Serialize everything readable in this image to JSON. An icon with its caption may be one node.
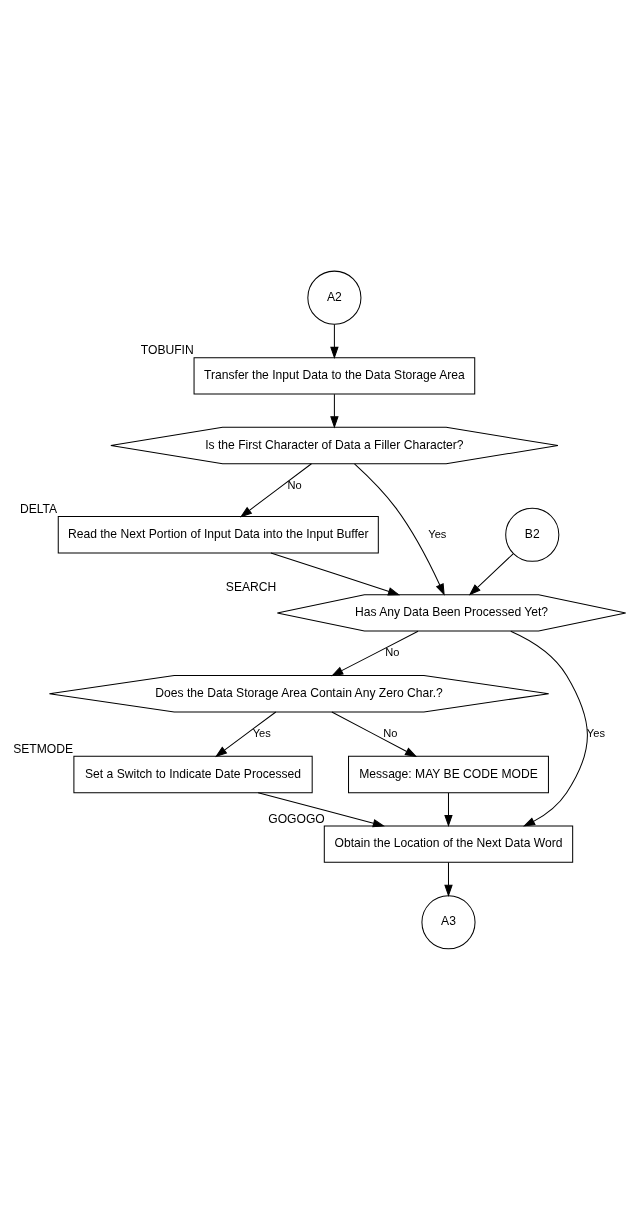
{
  "diagram": {
    "nodes": [
      {
        "text": [
          "A2"
        ]
      },
      {
        "text": [
          "Transfer the Input Data to the Data Storage Area"
        ],
        "beside": [
          "TOBUFIN"
        ]
      },
      {
        "text": [
          "Is the First Character of Data a Filler Character?"
        ]
      },
      {
        "text": [
          "Read the Next Portion of Input Data into the Input Buffer"
        ],
        "beside": [
          "DELTA"
        ]
      },
      {
        "text": [
          "B2"
        ]
      },
      {
        "text": [
          "Has Any Data Been Processed Yet?"
        ],
        "beside": [
          "SEARCH"
        ]
      },
      {
        "text": [
          "Does the Data Storage Area Contain Any Zero Char.?"
        ]
      },
      {
        "text": [
          "Set a Switch to Indicate Date Processed"
        ],
        "beside": [
          "SETMODE"
        ]
      },
      {
        "text": [
          "Message: MAY BE CODE MODE"
        ]
      },
      {
        "text": [
          "Obtain the Location of the Next Data Word"
        ],
        "beside": [
          "GOGOGO"
        ]
      },
      {
        "text": [
          "A3"
        ]
      }
    ],
    "edges": [
      {
        "from": 0,
        "to": 1,
        "arrow": "to"
      },
      {
        "from": 1,
        "to": 2,
        "arrow": "to"
      },
      {
        "from": 2,
        "to": 3,
        "arrow": "to",
        "label": "No"
      },
      {
        "from": 2,
        "to": 5,
        "arrow": "to",
        "label": "Yes"
      },
      {
        "from": 3,
        "to": 5,
        "arrow": "to"
      },
      {
        "from": 4,
        "to": 5,
        "arrow": "to"
      },
      {
        "from": 5,
        "to": 9,
        "arrow": "to",
        "label": "Yes"
      },
      {
        "from": 5,
        "to": 6,
        "arrow": "to",
        "label": "No"
      },
      {
        "from": 6,
        "to": 7,
        "arrow": "to",
        "label": "Yes"
      },
      {
        "from": 6,
        "to": 8,
        "arrow": "to",
        "label": "No"
      },
      {
        "from": 7,
        "to": 9,
        "arrow": "to"
      },
      {
        "from": 8,
        "to": 9,
        "arrow": "to"
      },
      {
        "from": 9,
        "to": 10,
        "arrow": "to"
      }
    ]
  }
}
